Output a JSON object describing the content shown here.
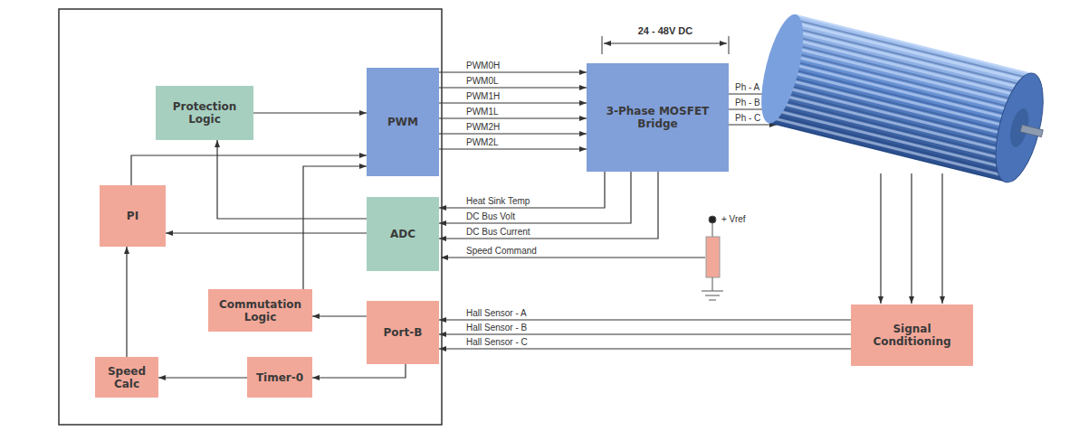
{
  "diagram": {
    "nodes": [
      {
        "text": [
          "Protection Logic"
        ]
      },
      {
        "text": [
          "PWM"
        ]
      },
      {
        "text": [
          "3-Phase MOSFET Bridge"
        ]
      },
      {
        "text": [
          "PI"
        ]
      },
      {
        "text": [
          "ADC"
        ]
      },
      {
        "text": [
          "Commutation Logic"
        ]
      },
      {
        "text": [
          "Port-B"
        ]
      },
      {
        "text": [
          "Signal Conditioning"
        ]
      },
      {
        "text": [
          "Speed Calc"
        ]
      },
      {
        "text": [
          "Timer-0"
        ]
      }
    ],
    "edges": [
      {
        "from": 0,
        "to": 1,
        "arrow": "to"
      },
      {
        "from": 1,
        "to": 2,
        "label": "PWM0H",
        "arrow": "to"
      },
      {
        "from": 1,
        "to": 2,
        "label": "PWM0L",
        "arrow": "to"
      },
      {
        "from": 1,
        "to": 2,
        "label": "PWM1H",
        "arrow": "to"
      },
      {
        "from": 1,
        "to": 2,
        "label": "PWM1L",
        "arrow": "to"
      },
      {
        "from": 1,
        "to": 2,
        "label": "PWM2H",
        "arrow": "to"
      },
      {
        "from": 1,
        "to": 2,
        "label": "PWM2L",
        "arrow": "to"
      },
      {
        "from": 2,
        "to": 4,
        "label": "Heat Sink Temp",
        "arrow": "to"
      },
      {
        "from": 2,
        "to": 4,
        "label": "DC Bus Volt",
        "arrow": "to"
      },
      {
        "from": 2,
        "to": 4,
        "label": "DC Bus Current",
        "arrow": "to"
      },
      {
        "from": 4,
        "to": 0,
        "arrow": "to"
      },
      {
        "from": 4,
        "to": 3,
        "arrow": "to"
      },
      {
        "from": 3,
        "to": 1,
        "arrow": "to"
      },
      {
        "from": 5,
        "to": 1,
        "arrow": "to"
      },
      {
        "from": 6,
        "to": 5,
        "arrow": "to"
      },
      {
        "from": 7,
        "to": 6,
        "label": "Hall Sensor - A",
        "arrow": "to"
      },
      {
        "from": 7,
        "to": 6,
        "label": "Hall Sensor - B",
        "arrow": "to"
      },
      {
        "from": 7,
        "to": 6,
        "label": "Hall Sensor - C",
        "arrow": "to"
      },
      {
        "from": 6,
        "to": 9,
        "arrow": "to"
      },
      {
        "from": 9,
        "to": 8,
        "arrow": "to"
      },
      {
        "from": 8,
        "to": 3,
        "arrow": "to"
      }
    ],
    "labels": [
      "24 - 48V DC",
      "Ph - A",
      "Ph - B",
      "Ph - C",
      "+ Vref",
      "Speed Command"
    ]
  }
}
